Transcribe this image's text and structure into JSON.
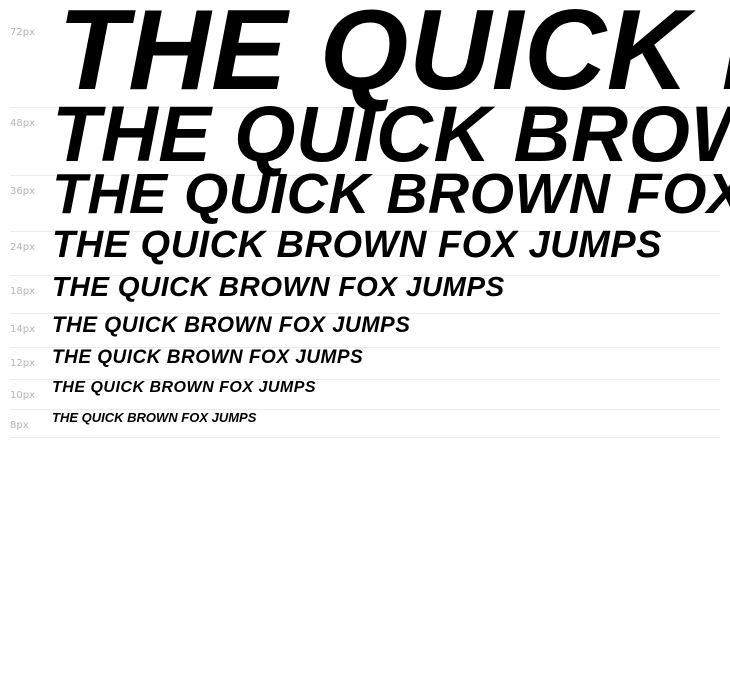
{
  "sample_text": "THE QUICK BROWN FOX JUMPS",
  "rows": [
    {
      "label": "72px"
    },
    {
      "label": "48px"
    },
    {
      "label": "36px"
    },
    {
      "label": "24px"
    },
    {
      "label": "18px"
    },
    {
      "label": "14px"
    },
    {
      "label": "12px"
    },
    {
      "label": "10px"
    },
    {
      "label": "8px"
    }
  ]
}
